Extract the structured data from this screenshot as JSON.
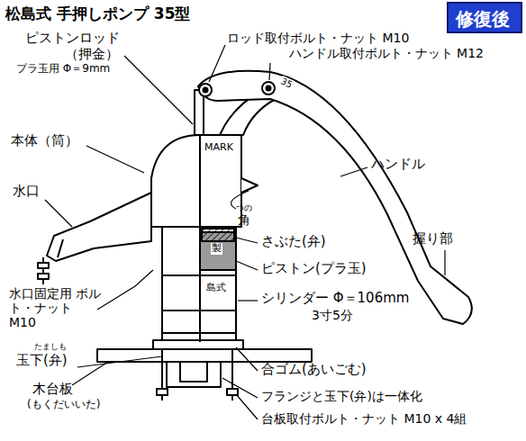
{
  "diagram": {
    "title": "松島式 手押しポンプ 35型",
    "nodes": [
      {
        "text": [
          "修復後"
        ]
      }
    ],
    "labels": [
      "ピストンロッド",
      "（押金）",
      "プラ玉用 Φ＝9mm",
      "ロッド取付ボルト・ナット M10",
      "ハンドル取付ボルト・ナット M12",
      "本体（筒）",
      "水口",
      "MARK",
      "35",
      "ハンドル",
      "つの",
      "角",
      "握り部",
      "製",
      "さぶた(弁)",
      "ピストン(プラ玉)",
      "島式",
      "水口固定用 ボルト・ナット M10",
      "シリンダー Φ＝106mm",
      "3寸5分",
      "たましも",
      "玉下(弁)",
      "合ゴム(あいごむ)",
      "木台板",
      "(もくだいいた)",
      "フランジと玉下(弁)は一体化",
      "台板取付ボルト・ナット M10 x 4組"
    ]
  }
}
